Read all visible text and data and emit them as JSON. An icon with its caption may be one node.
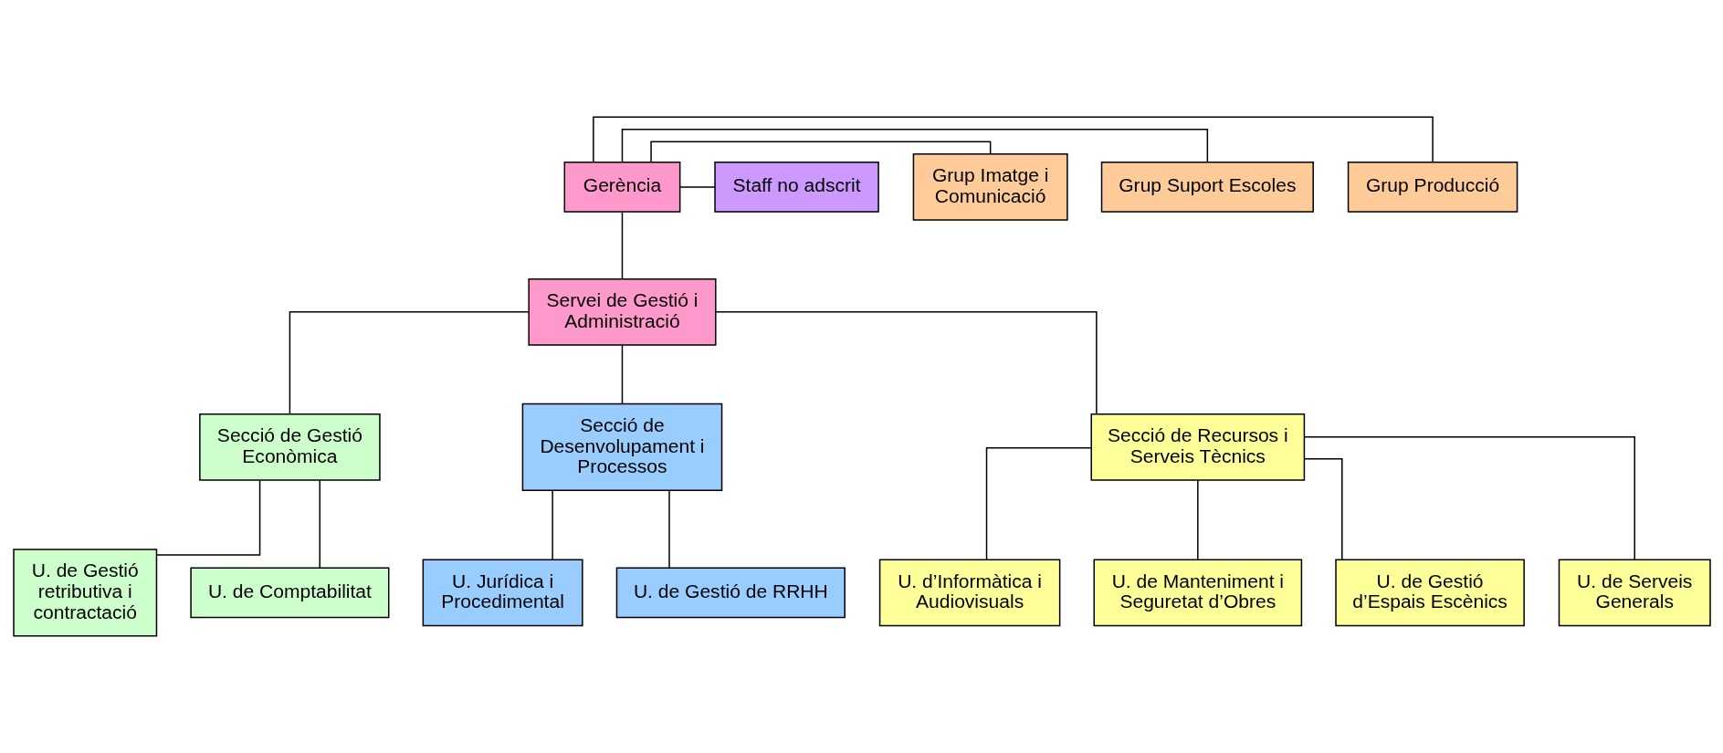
{
  "diagram": {
    "nodes": [
      {
        "text": [
          "Grup Producció"
        ]
      },
      {
        "text": [
          "Grup Suport Escoles"
        ]
      },
      {
        "text": [
          "Grup Imatge i Comunicació"
        ]
      },
      {
        "text": [
          "Gerència"
        ]
      },
      {
        "text": [
          "Staff no adscrit"
        ]
      },
      {
        "text": [
          "Servei de Gestió i Administració"
        ]
      },
      {
        "text": [
          "Secció de Gestió Econòmica"
        ]
      },
      {
        "text": [
          "Secció de Desenvolupament i Processos"
        ]
      },
      {
        "text": [
          "Secció de Recursos i Serveis Tècnics"
        ]
      },
      {
        "text": [
          "U. de Gestió retributiva i contractació"
        ]
      },
      {
        "text": [
          "U. de Comptabilitat"
        ]
      },
      {
        "text": [
          "U. Jurídica i Procedimental"
        ]
      },
      {
        "text": [
          "U. de Gestió de RRHH"
        ]
      },
      {
        "text": [
          "U. d’Informàtica i Audiovisuals"
        ]
      },
      {
        "text": [
          "U. de Manteniment i Seguretat d’Obres"
        ]
      },
      {
        "text": [
          "U. de Gestió d’Espais Escènics"
        ]
      },
      {
        "text": [
          "U. de Serveis Generals"
        ]
      }
    ],
    "edges": [
      {
        "from": 3,
        "to": 0,
        "arrow": "none"
      },
      {
        "from": 3,
        "to": 1,
        "arrow": "none"
      },
      {
        "from": 3,
        "to": 2,
        "arrow": "none"
      },
      {
        "from": 3,
        "to": 4,
        "arrow": "none"
      },
      {
        "from": 3,
        "to": 5,
        "arrow": "none"
      },
      {
        "from": 5,
        "to": 6,
        "arrow": "none"
      },
      {
        "from": 5,
        "to": 7,
        "arrow": "none"
      },
      {
        "from": 5,
        "to": 8,
        "arrow": "none"
      },
      {
        "from": 6,
        "to": 9,
        "arrow": "none"
      },
      {
        "from": 6,
        "to": 10,
        "arrow": "none"
      },
      {
        "from": 7,
        "to": 11,
        "arrow": "none"
      },
      {
        "from": 7,
        "to": 12,
        "arrow": "none"
      },
      {
        "from": 8,
        "to": 13,
        "arrow": "none"
      },
      {
        "from": 8,
        "to": 14,
        "arrow": "none"
      },
      {
        "from": 8,
        "to": 15,
        "arrow": "none"
      },
      {
        "from": 8,
        "to": 16,
        "arrow": "none"
      }
    ]
  }
}
